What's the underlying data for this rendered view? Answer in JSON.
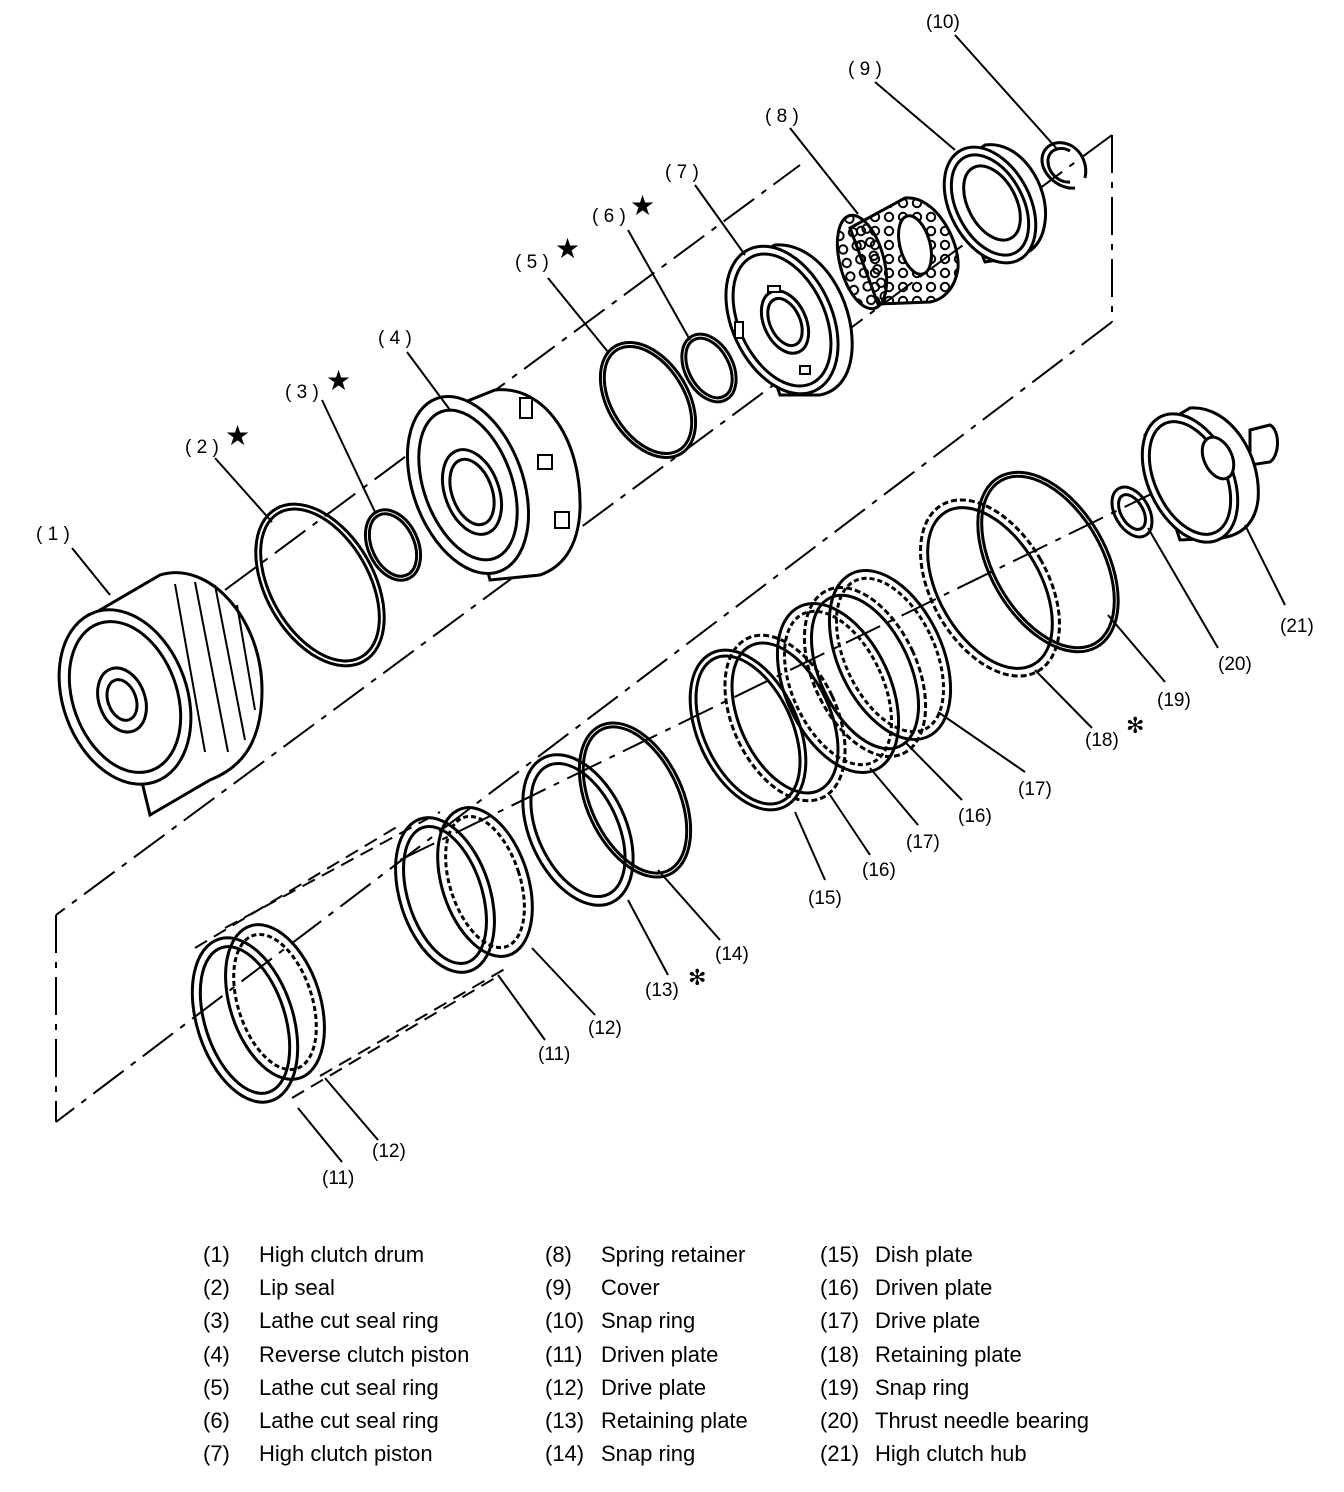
{
  "diagram": {
    "callouts": [
      {
        "id": "c1",
        "text": "( 1 )"
      },
      {
        "id": "c2",
        "text": "( 2 )"
      },
      {
        "id": "c3",
        "text": "( 3 )"
      },
      {
        "id": "c4",
        "text": "( 4 )"
      },
      {
        "id": "c5",
        "text": "( 5 )"
      },
      {
        "id": "c6",
        "text": "( 6 )"
      },
      {
        "id": "c7",
        "text": "( 7 )"
      },
      {
        "id": "c8",
        "text": "( 8 )"
      },
      {
        "id": "c9",
        "text": "( 9 )"
      },
      {
        "id": "c10",
        "text": "(10)"
      },
      {
        "id": "c11a",
        "text": "(11)"
      },
      {
        "id": "c11b",
        "text": "(11)"
      },
      {
        "id": "c12a",
        "text": "(12)"
      },
      {
        "id": "c12b",
        "text": "(12)"
      },
      {
        "id": "c13",
        "text": "(13)"
      },
      {
        "id": "c14",
        "text": "(14)"
      },
      {
        "id": "c15",
        "text": "(15)"
      },
      {
        "id": "c16a",
        "text": "(16)"
      },
      {
        "id": "c16b",
        "text": "(16)"
      },
      {
        "id": "c17a",
        "text": "(17)"
      },
      {
        "id": "c17b",
        "text": "(17)"
      },
      {
        "id": "c18",
        "text": "(18)"
      },
      {
        "id": "c19",
        "text": "(19)"
      },
      {
        "id": "c20",
        "text": "(20)"
      },
      {
        "id": "c21",
        "text": "(21)"
      }
    ],
    "star_symbol": "★",
    "asterisk_symbol": "✻"
  },
  "legend": {
    "columns": [
      [
        {
          "num": "(1)",
          "label": "High clutch drum"
        },
        {
          "num": "(2)",
          "label": "Lip seal"
        },
        {
          "num": "(3)",
          "label": "Lathe cut seal ring"
        },
        {
          "num": "(4)",
          "label": "Reverse clutch piston"
        },
        {
          "num": "(5)",
          "label": "Lathe cut seal ring"
        },
        {
          "num": "(6)",
          "label": "Lathe cut seal ring"
        },
        {
          "num": "(7)",
          "label": "High clutch piston"
        }
      ],
      [
        {
          "num": "(8)",
          "label": "Spring retainer"
        },
        {
          "num": "(9)",
          "label": "Cover"
        },
        {
          "num": "(10)",
          "label": "Snap ring"
        },
        {
          "num": "(11)",
          "label": "Driven plate"
        },
        {
          "num": "(12)",
          "label": "Drive plate"
        },
        {
          "num": "(13)",
          "label": "Retaining plate"
        },
        {
          "num": "(14)",
          "label": "Snap ring"
        }
      ],
      [
        {
          "num": "(15)",
          "label": "Dish plate"
        },
        {
          "num": "(16)",
          "label": "Driven plate"
        },
        {
          "num": "(17)",
          "label": "Drive plate"
        },
        {
          "num": "(18)",
          "label": "Retaining plate"
        },
        {
          "num": "(19)",
          "label": "Snap ring"
        },
        {
          "num": "(20)",
          "label": "Thrust needle bearing"
        },
        {
          "num": "(21)",
          "label": "High clutch hub"
        }
      ]
    ]
  }
}
